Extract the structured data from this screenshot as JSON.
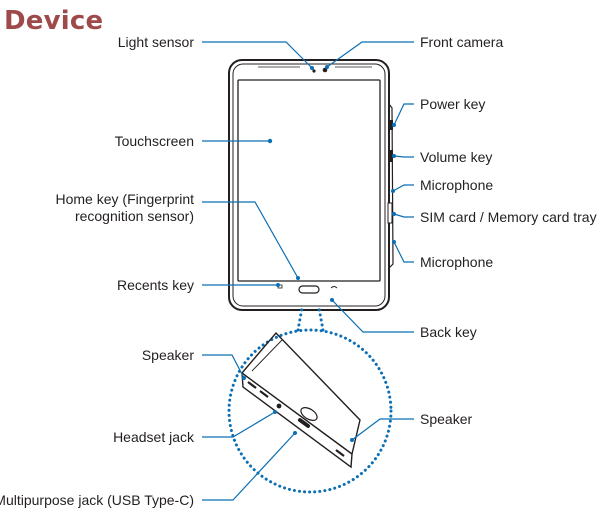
{
  "title": "Device",
  "labels": {
    "light_sensor": "Light sensor",
    "touchscreen": "Touchscreen",
    "home_key_line1": "Home key (Fingerprint",
    "home_key_line2": "recognition sensor)",
    "recents_key": "Recents key",
    "speaker_top": "Speaker",
    "headset_jack": "Headset jack",
    "multipurpose_jack": "Multipurpose jack (USB Type-C)",
    "front_camera": "Front camera",
    "power_key": "Power key",
    "volume_key": "Volume key",
    "microphone_top": "Microphone",
    "sim_tray": "SIM card / Memory card tray",
    "microphone_bottom": "Microphone",
    "back_key": "Back key",
    "speaker_right": "Speaker"
  },
  "colors": {
    "title": "#9e4a4a",
    "callout": "#0b6fb5",
    "device_outline": "#231f20"
  }
}
